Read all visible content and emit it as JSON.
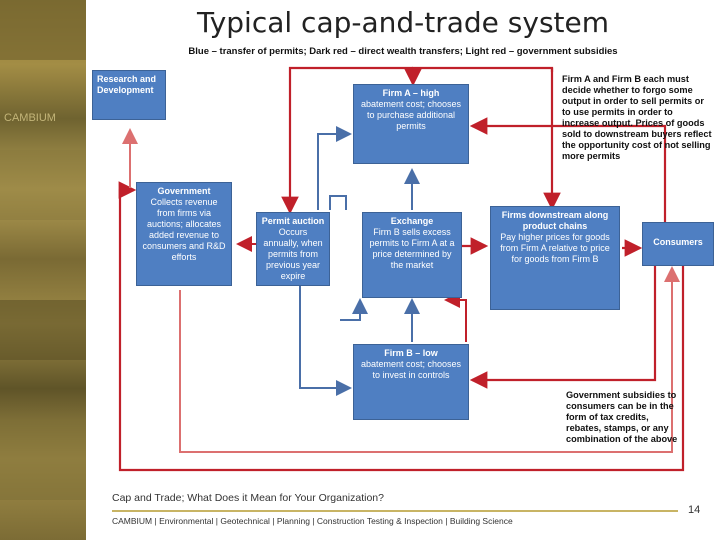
{
  "title": "Typical cap-and-trade system",
  "subtitle": "Blue – transfer of permits; Dark red – direct wealth transfers; Light red – government subsidies",
  "colors": {
    "box": "#4f7fc2",
    "dark_red": "#c0202a",
    "light_red": "#dc7070",
    "blue_arrow": "#4a6fa8"
  },
  "boxes": {
    "research": {
      "head": "Research and Development",
      "body": ""
    },
    "firm_a": {
      "head": "Firm A – high",
      "body": "abatement cost; chooses to purchase additional permits"
    },
    "government": {
      "head": "Government",
      "body": "Collects revenue from firms via auctions; allocates added revenue to consumers and R&D efforts"
    },
    "auction": {
      "head": "Permit auction",
      "body": "Occurs annually, when permits from previous year expire"
    },
    "exchange": {
      "head": "Exchange",
      "body": "Firm B sells excess permits to Firm A at a price determined by the market"
    },
    "downstream": {
      "head": "Firms downstream along product chains",
      "body": "Pay higher prices for goods from Firm A relative to price for goods from Firm B"
    },
    "consumers": {
      "head": "Consumers",
      "body": ""
    },
    "firm_b": {
      "head": "Firm B – low",
      "body": "abatement cost; chooses to invest in controls"
    }
  },
  "notes": {
    "top_right": "Firm A and Firm B each must decide whether to forgo some output in order to sell permits or to use permits in order to increase output. Prices of goods sold to downstream buyers reflect the opportunity cost of not selling more permits",
    "bottom_right": "Government subsidies to consumers can be in the form of tax credits, rebates, stamps, or any combination of the above"
  },
  "footer": {
    "question": "Cap and Trade; What Does it Mean for Your Organization?",
    "services": "CAMBIUM | Environmental | Geotechnical | Planning | Construction Testing & Inspection | Building Science",
    "page": "14"
  },
  "photo_strip": {
    "word": "CAMBIUM"
  }
}
